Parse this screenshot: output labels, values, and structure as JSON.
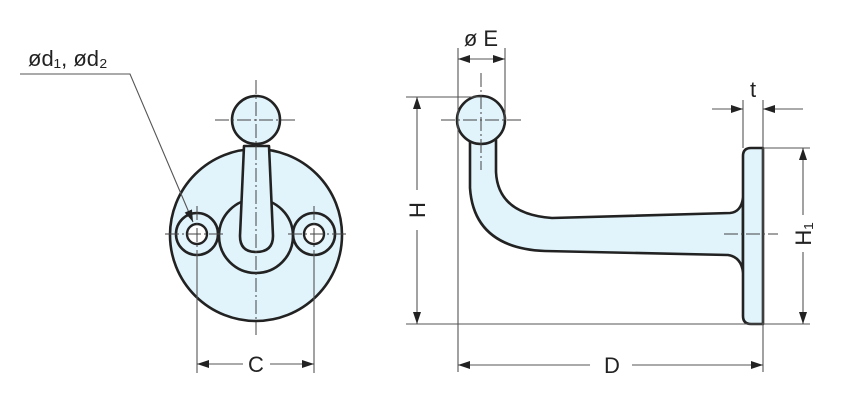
{
  "title": "Coat hook dimension drawing",
  "labels": {
    "hole_diameter": "ød₁, ød₂",
    "hole_spacing": "C",
    "ball_diameter": "ø E",
    "height": "H",
    "flange_thickness": "t",
    "flange_height": "H₁",
    "depth": "D"
  },
  "colors": {
    "part_fill": "#e1f4fb",
    "outline": "#222222"
  }
}
